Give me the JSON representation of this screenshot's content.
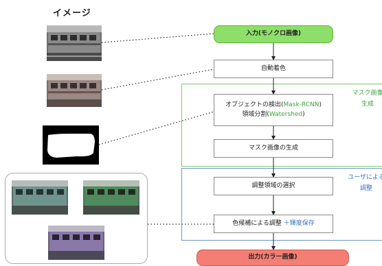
{
  "title": "イメージ",
  "nodes": {
    "input": "入力(モノクロ画像)",
    "auto_color": "自動着色",
    "detect_prefix": "オブジェクトの検出(",
    "detect_model": "Mask-RCNN",
    "detect_suffix": ")",
    "segment_prefix": "領域分割(",
    "segment_model": "Watershed",
    "segment_suffix": ")",
    "mask_gen": "マスク画像の生成",
    "region_select": "調整領域の選択",
    "color_adjust": "色候補による調整",
    "brightness": "＋輝度保存",
    "output": "出力(カラー画像)"
  },
  "regions": {
    "mask_line1": "マスク画像",
    "mask_line2": "生成",
    "user_line1": "ユーザによる",
    "user_line2": "調整"
  },
  "colors": {
    "input_fill": "#8ddf6a",
    "output_fill": "#f27e74",
    "mask_region": "#7bc96b",
    "user_region": "#6b96c9"
  }
}
